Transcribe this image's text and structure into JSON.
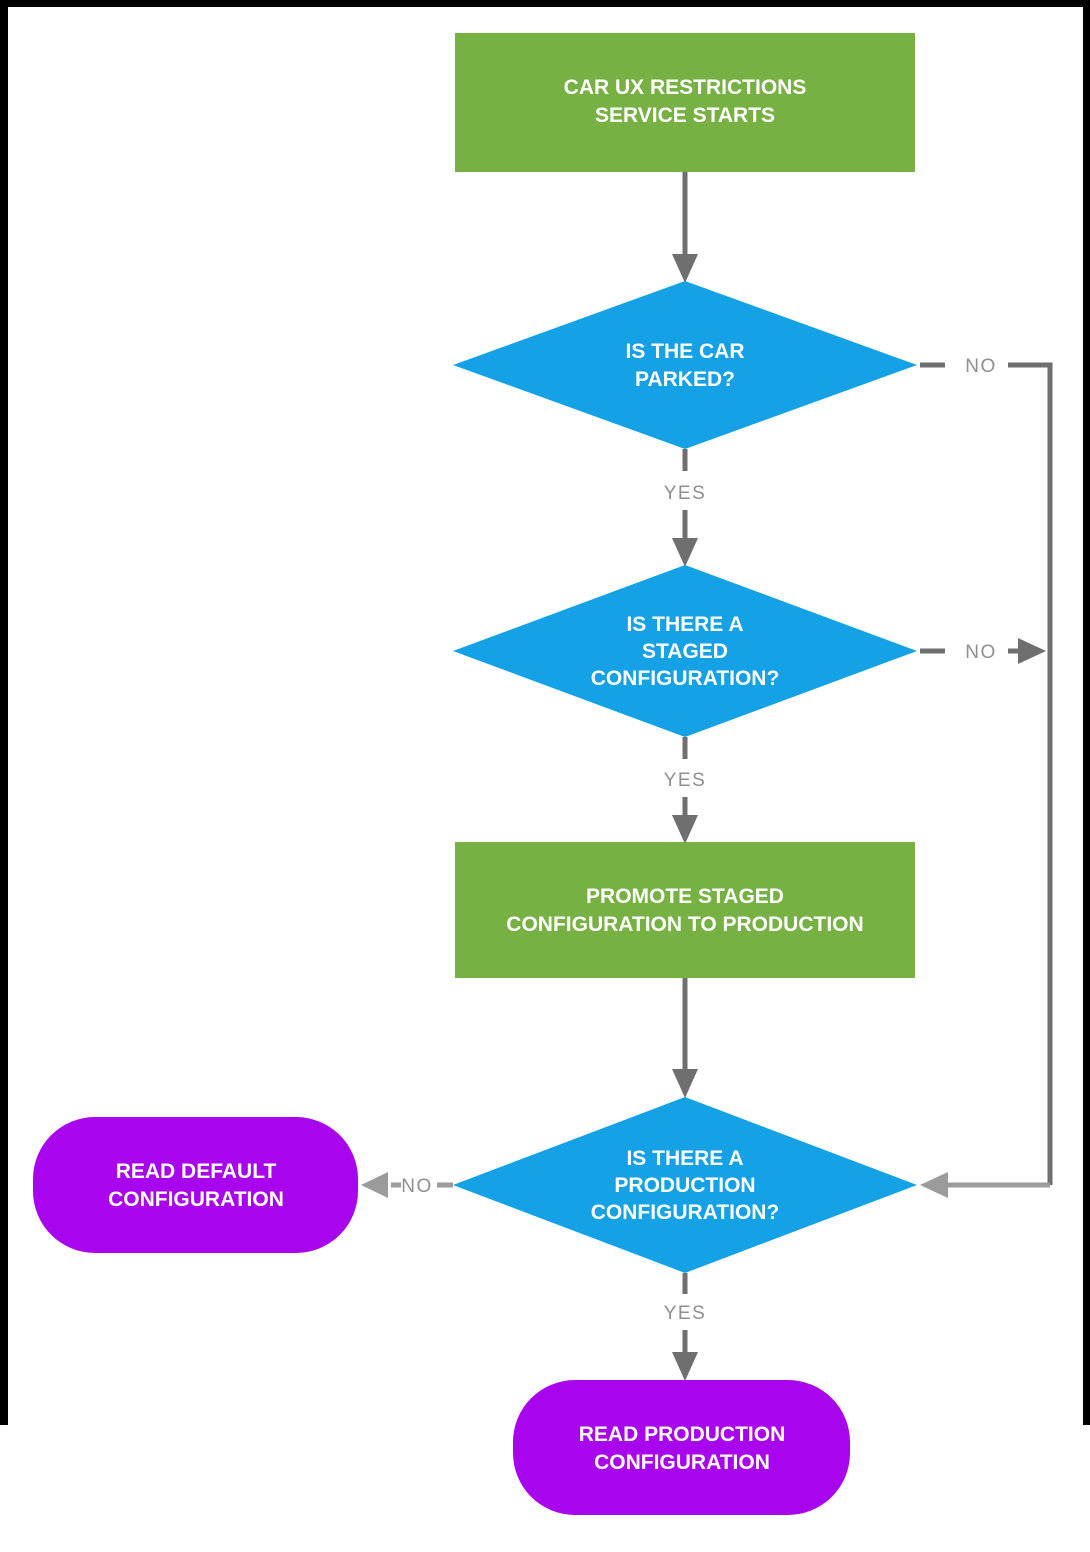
{
  "diagram": {
    "type": "flowchart",
    "nodes": {
      "service_start": {
        "shape": "process",
        "color": "#77B143",
        "lines": [
          "CAR UX RESTRICTIONS",
          "SERVICE STARTS"
        ]
      },
      "is_car_parked": {
        "shape": "decision",
        "color": "#14A1E5",
        "lines": [
          "IS THE CAR",
          "PARKED?"
        ]
      },
      "staged_configuration": {
        "shape": "decision",
        "color": "#14A1E5",
        "lines": [
          "IS THERE A",
          "STAGED",
          "CONFIGURATION?"
        ]
      },
      "promote_staged": {
        "shape": "process",
        "color": "#77B143",
        "lines": [
          "PROMOTE STAGED",
          "CONFIGURATION TO PRODUCTION"
        ]
      },
      "production_configuration": {
        "shape": "decision",
        "color": "#14A1E5",
        "lines": [
          "IS THERE A",
          "PRODUCTION",
          "CONFIGURATION?"
        ]
      },
      "read_default": {
        "shape": "terminal",
        "color": "#A805EE",
        "lines": [
          "READ DEFAULT",
          "CONFIGURATION"
        ]
      },
      "read_production": {
        "shape": "terminal",
        "color": "#A805EE",
        "lines": [
          "READ PRODUCTION",
          "CONFIGURATION"
        ]
      }
    },
    "edge_labels": {
      "parked_yes": "YES",
      "parked_no": "NO",
      "staged_yes": "YES",
      "staged_no": "NO",
      "production_yes": "YES",
      "production_no": "NO"
    },
    "colors": {
      "process_green": "#77B143",
      "decision_blue": "#14A1E5",
      "terminal_purple": "#A805EE",
      "connector_gray": "#6F6F6F",
      "connector_light_gray": "#9B9B9B",
      "label_gray": "#8F8F8F",
      "frame_black": "#000000",
      "background": "#FFFFFF"
    }
  }
}
